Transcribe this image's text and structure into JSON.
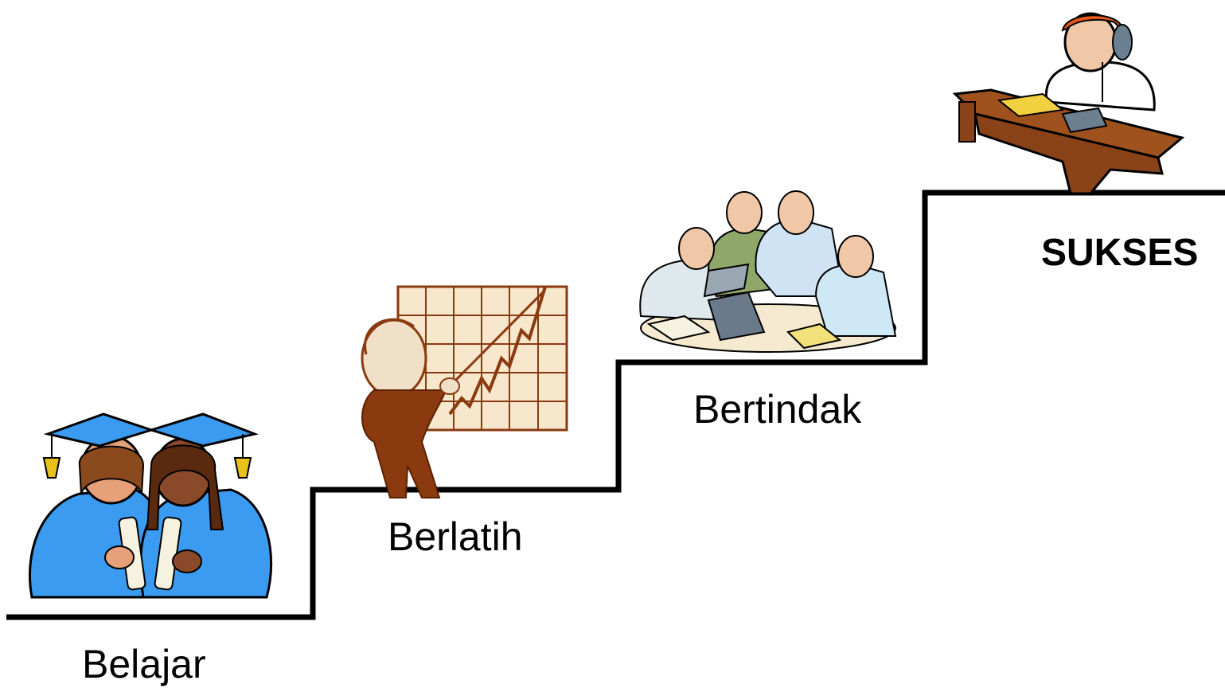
{
  "steps": [
    {
      "label": "Belajar",
      "illustration": "graduates-icon"
    },
    {
      "label": "Berlatih",
      "illustration": "presenter-chart-icon"
    },
    {
      "label": "Bertindak",
      "illustration": "team-meeting-icon"
    },
    {
      "label": "SUKSES",
      "illustration": "executive-desk-icon"
    }
  ],
  "colors": {
    "line": "#000000",
    "gown": "#3399ee",
    "tassel": "#e8c21a",
    "suit": "#8a3a0e",
    "chart_bg": "#f7e7cc",
    "desk": "#a0521e",
    "shirt": "#cfe8f6"
  }
}
